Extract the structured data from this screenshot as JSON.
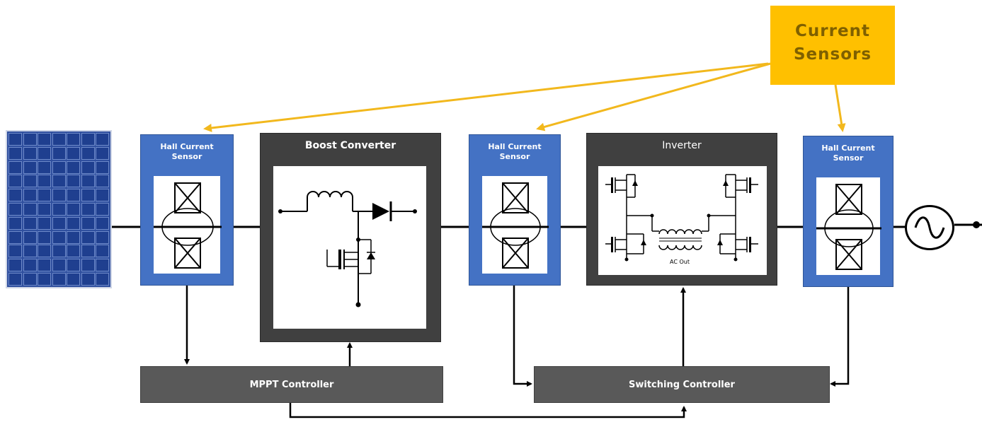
{
  "callout": {
    "text": "Current\nSensors"
  },
  "sensors": [
    {
      "title": "Hall Current\nSensor"
    },
    {
      "title": "Hall Current\nSensor"
    },
    {
      "title": "Hall Current\nSensor"
    }
  ],
  "boost": {
    "title": "Boost Converter"
  },
  "inverter": {
    "title": "Inverter",
    "ac_out": "AC Out"
  },
  "controllers": {
    "mppt": "MPPT Controller",
    "switching": "Switching Controller"
  },
  "colors": {
    "sensor_blue": "#4472c4",
    "block_dark": "#404040",
    "controller_gray": "#595959",
    "callout_yellow": "#ffc000",
    "arrow_yellow": "#f2b81d"
  }
}
